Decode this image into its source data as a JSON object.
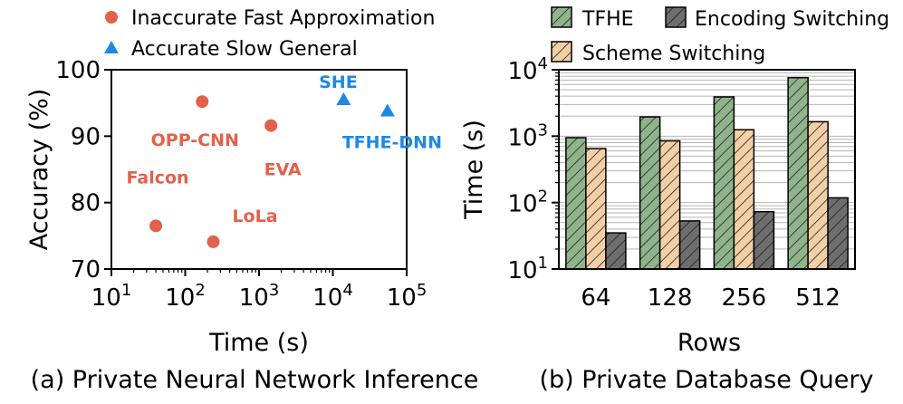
{
  "chart_data": [
    {
      "type": "scatter",
      "panel_caption": "(a) Private Neural Network Inference",
      "xlabel": "Time (s)",
      "ylabel": "Accuracy (%)",
      "x_scale": "log",
      "xlim": [
        10,
        100000
      ],
      "ylim": [
        70,
        100
      ],
      "x_ticks": [
        10,
        100,
        1000,
        10000,
        100000
      ],
      "x_tick_labels": [
        {
          "base": "10",
          "exp": "1"
        },
        {
          "base": "10",
          "exp": "2"
        },
        {
          "base": "10",
          "exp": "3"
        },
        {
          "base": "10",
          "exp": "4"
        },
        {
          "base": "10",
          "exp": "5"
        }
      ],
      "y_ticks": [
        70,
        80,
        90,
        100
      ],
      "y_tick_labels": [
        "70",
        "80",
        "90",
        "100"
      ],
      "grid": false,
      "legend_position": "top",
      "series": [
        {
          "name": "Inaccurate Fast Approximation",
          "marker": "circle",
          "color": "#E2614A",
          "points": [
            {
              "label": "OPP-CNN",
              "x": 170,
              "y": 95.2
            },
            {
              "label": "EVA",
              "x": 1450,
              "y": 91.6
            },
            {
              "label": "Falcon",
              "x": 40,
              "y": 76.5
            },
            {
              "label": "LoLa",
              "x": 240,
              "y": 74.1
            }
          ]
        },
        {
          "name": "Accurate Slow General",
          "marker": "triangle",
          "color": "#1E88E5",
          "points": [
            {
              "label": "SHE",
              "x": 14000,
              "y": 95.5
            },
            {
              "label": "TFHE-DNN",
              "x": 55000,
              "y": 93.8
            }
          ]
        }
      ]
    },
    {
      "type": "bar",
      "panel_caption": "(b) Private Database Query",
      "xlabel": "Rows",
      "ylabel": "Time (s)",
      "y_scale": "log",
      "ylim": [
        10,
        10000
      ],
      "y_ticks": [
        10,
        100,
        1000,
        10000
      ],
      "y_tick_labels": [
        {
          "base": "10",
          "exp": "1"
        },
        {
          "base": "10",
          "exp": "2"
        },
        {
          "base": "10",
          "exp": "3"
        },
        {
          "base": "10",
          "exp": "4"
        }
      ],
      "grid": true,
      "legend_position": "top",
      "categories": [
        "64",
        "128",
        "256",
        "512"
      ],
      "series": [
        {
          "name": "TFHE",
          "color": "#8FB38B",
          "values": [
            950,
            1950,
            3900,
            7600
          ]
        },
        {
          "name": "Scheme Switching",
          "color": "#F3CFA6",
          "values": [
            650,
            850,
            1250,
            1650
          ]
        },
        {
          "name": "Encoding Switching",
          "color": "#6E6E6E",
          "values": [
            35,
            53,
            73,
            118
          ]
        }
      ]
    }
  ]
}
